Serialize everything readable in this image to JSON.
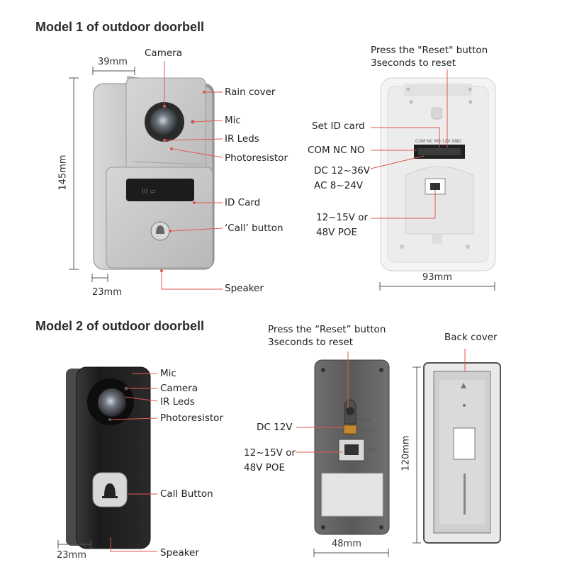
{
  "model1": {
    "title": "Model 1 of outdoor doorbell",
    "dims": {
      "width": "39mm",
      "height": "145mm",
      "depth": "23mm",
      "back_width": "93mm"
    },
    "front_labels": {
      "camera": "Camera",
      "rain_cover": "Rain cover",
      "mic": "Mic",
      "ir_leds": "IR Leds",
      "photoresistor": "Photoresistor",
      "id_card": "ID Card",
      "call_button": "‘Call’ button",
      "speaker": "Speaker"
    },
    "back_labels": {
      "reset_line1": "Press the \"Reset\" button",
      "reset_line2": "3seconds to reset",
      "set_id_card": "Set ID card",
      "com_nc_no": "COM NC NO",
      "dc_line1": "DC 12~36V",
      "dc_line2": "AC 8~24V",
      "poe_line1": "12~15V or",
      "poe_line2": "48V POE"
    }
  },
  "model2": {
    "title": "Model 2 of outdoor doorbell",
    "dims": {
      "depth": "23mm",
      "width": "48mm",
      "height": "120mm"
    },
    "front_labels": {
      "mic": "Mic",
      "camera": "Camera",
      "ir_leds": "IR Leds",
      "photoresistor": "Photoresistor",
      "call_button": "Call Button",
      "speaker": "Speaker"
    },
    "back_labels": {
      "reset_line1": "Press the “Reset” button",
      "reset_line2": "3seconds to reset",
      "dc": "DC 12V",
      "poe_line1": "12~15V or",
      "poe_line2": "48V POE",
      "back_cover": "Back cover"
    },
    "board_text": {
      "reset": "Reset",
      "dc12v": "DC 12V",
      "rj45": "RJ45"
    }
  },
  "colors": {
    "leader": "#e0574f",
    "dim_line": "#555555",
    "panel_silver": "#c9c9c9",
    "body_black": "#1e1e1e"
  }
}
